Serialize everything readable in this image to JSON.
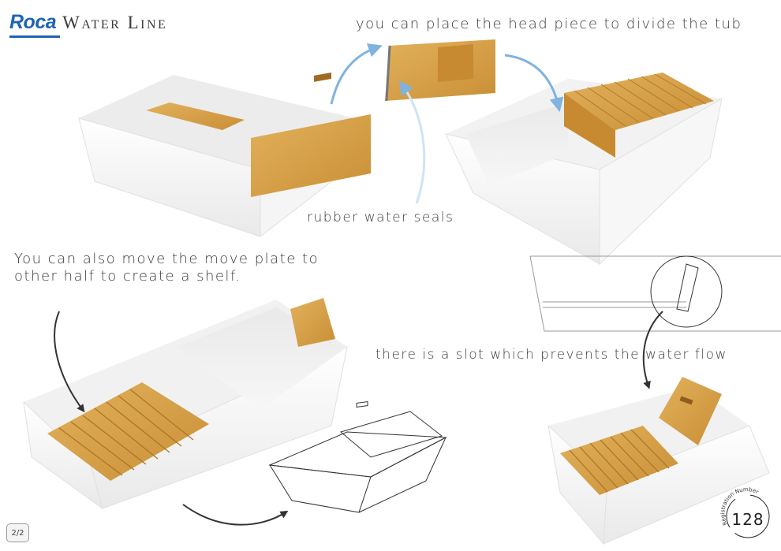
{
  "brand": {
    "logo": "Roca",
    "product": "Water Line"
  },
  "captions": {
    "head_piece": "you can place the head piece to divide the tub",
    "seals": "rubber water seals",
    "move_plate": "You can also move the move plate to other half to create a shelf.",
    "slot": "there is a slot which prevents the water flow"
  },
  "page_indicator": "2/2",
  "registration": {
    "label": "Registration Number",
    "number": "128"
  },
  "colors": {
    "brand_blue": "#1f63b4",
    "wood": "#d8a24a",
    "arrow_blue": "#7fb3e0",
    "tub": "#ffffff"
  }
}
